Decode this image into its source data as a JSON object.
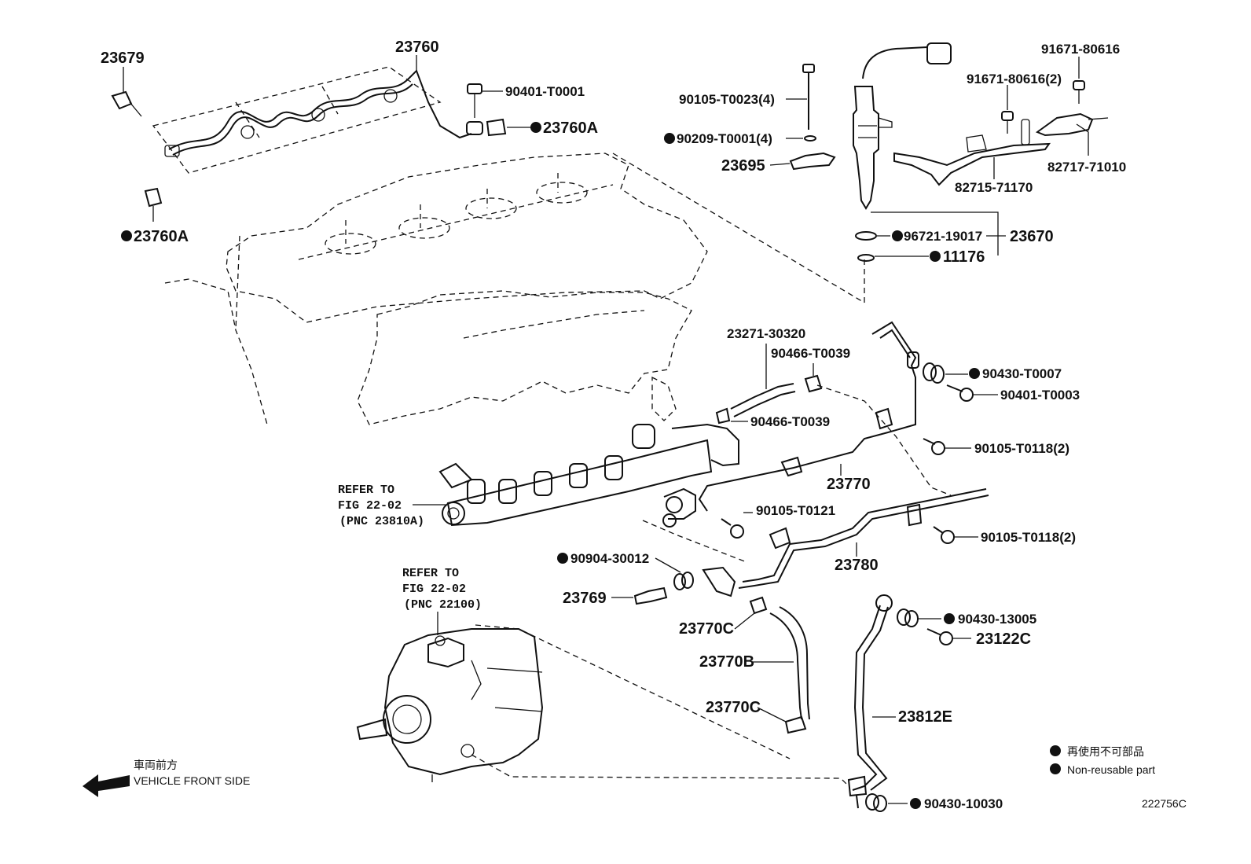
{
  "labels": {
    "p23679": "23679",
    "p23760": "23760",
    "p90401_t0001": "90401-T0001",
    "p23760a_top": "23760A",
    "p23760a_left": "23760A",
    "p90105_t0023": "90105-T0023(4)",
    "p90209_t0001": "90209-T0001(4)",
    "p23695": "23695",
    "p91671_80616": "91671-80616",
    "p91671_80616_2": "91671-80616(2)",
    "p82717_71010": "82717-71010",
    "p82715_71170": "82715-71170",
    "p96721_19017": "96721-19017",
    "p23670": "23670",
    "p11176": "11176",
    "p23271_30320": "23271-30320",
    "p90466_t0039_a": "90466-T0039",
    "p90466_t0039_b": "90466-T0039",
    "p90430_t0007": "90430-T0007",
    "p90401_t0003": "90401-T0003",
    "p90105_t0118_a": "90105-T0118(2)",
    "p23770": "23770",
    "p90105_t0121": "90105-T0121",
    "p90105_t0118_b": "90105-T0118(2)",
    "p23780": "23780",
    "p90904_30012": "90904-30012",
    "p23769": "23769",
    "p23770c_a": "23770C",
    "p23770b": "23770B",
    "p23770c_b": "23770C",
    "p90430_13005": "90430-13005",
    "p23122c": "23122C",
    "p23812e": "23812E",
    "p90430_10030": "90430-10030"
  },
  "refs": {
    "rail": {
      "line1": "REFER TO",
      "line2": "FIG 22-02",
      "line3": "(PNC 23810A)"
    },
    "pump": {
      "line1": "REFER TO",
      "line2": "FIG 22-02",
      "line3": "(PNC 22100)"
    }
  },
  "legend": {
    "line1": "再使用不可部品",
    "line2": "Non-reusable part"
  },
  "direction": {
    "jp": "車両前方",
    "en": "VEHICLE FRONT SIDE"
  },
  "figure_id": "222756C"
}
